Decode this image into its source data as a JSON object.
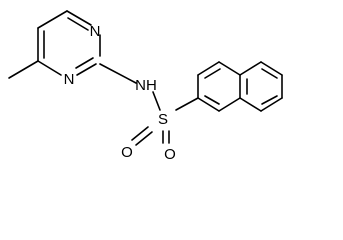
{
  "molecule": {
    "atoms": {
      "n_top": "N",
      "n_bottom": "N",
      "nh": "NH",
      "s": "S",
      "o_left": "O",
      "o_right": "O"
    }
  }
}
